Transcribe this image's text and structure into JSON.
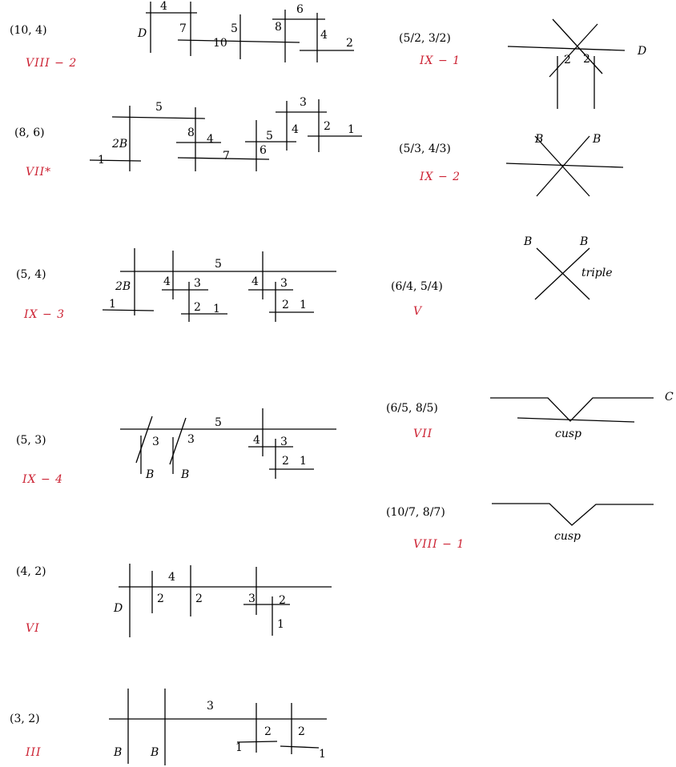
{
  "diagrams": [
    {
      "id": "viii2",
      "pair": "(10, 4)",
      "type": "VIII − 2",
      "labels": [
        "4",
        "D",
        "7",
        "10",
        "5",
        "8",
        "6",
        "4",
        "2"
      ]
    },
    {
      "id": "vii_star",
      "pair": "(8, 6)",
      "type": "VII*",
      "labels": [
        "5",
        "2B",
        "1",
        "8",
        "4",
        "7",
        "5",
        "6",
        "3",
        "4",
        "2",
        "1"
      ]
    },
    {
      "id": "ix3",
      "pair": "(5, 4)",
      "type": "IX − 3",
      "labels": [
        "5",
        "2B",
        "1",
        "4",
        "3",
        "2",
        "1",
        "4",
        "3",
        "2",
        "1"
      ]
    },
    {
      "id": "ix4",
      "pair": "(5, 3)",
      "type": "IX − 4",
      "labels": [
        "5",
        "3",
        "3",
        "B",
        "B",
        "4",
        "3",
        "2",
        "1"
      ]
    },
    {
      "id": "vi",
      "pair": "(4, 2)",
      "type": "VI",
      "labels": [
        "4",
        "D",
        "2",
        "2",
        "3",
        "2",
        "1"
      ]
    },
    {
      "id": "iii",
      "pair": "(3, 2)",
      "type": "III",
      "labels": [
        "3",
        "B",
        "B",
        "1",
        "2",
        "2",
        "1"
      ]
    },
    {
      "id": "ix1",
      "pair": "(5/2, 3/2)",
      "type": "IX − 1",
      "labels": [
        "2",
        "2",
        "D"
      ]
    },
    {
      "id": "ix2",
      "pair": "(5/3, 4/3)",
      "type": "IX − 2",
      "labels": [
        "B",
        "B"
      ]
    },
    {
      "id": "v",
      "pair": "(6/4, 5/4)",
      "type": "V",
      "labels": [
        "B",
        "B",
        "triple"
      ]
    },
    {
      "id": "vii",
      "pair": "(6/5, 8/5)",
      "type": "VII",
      "labels": [
        "C",
        "cusp"
      ]
    },
    {
      "id": "viii1",
      "pair": "(10/7, 8/7)",
      "type": "VIII − 1",
      "labels": [
        "cusp"
      ]
    }
  ]
}
